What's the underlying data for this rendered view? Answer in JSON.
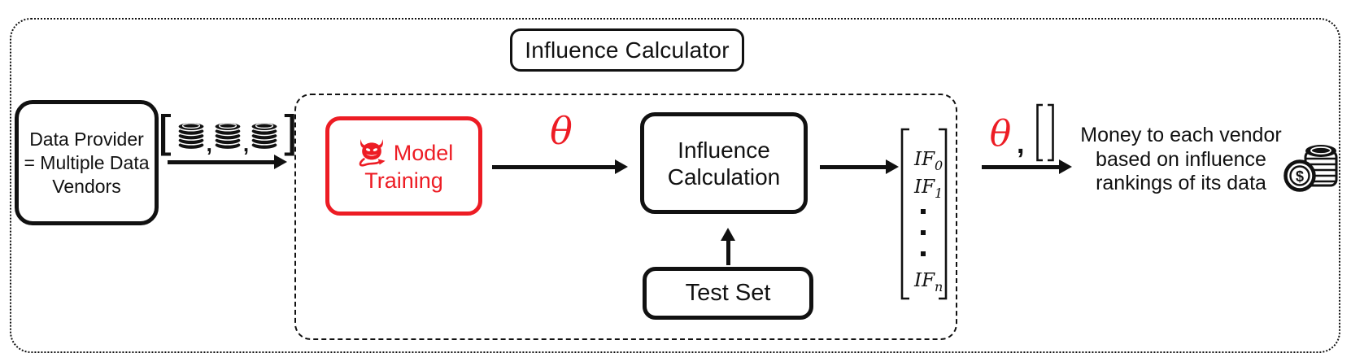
{
  "colors": {
    "accent_red": "#ED1C24",
    "ink": "#111111"
  },
  "title": "Influence Calculator",
  "data_provider": {
    "lines": [
      "Data Provider",
      "= Multiple Data",
      "Vendors"
    ]
  },
  "db_group": {
    "open_bracket": "[",
    "comma1": ",",
    "comma2": ",",
    "close_bracket": "]"
  },
  "pipeline": {
    "model_training": {
      "line1": "Model",
      "line2": "Training"
    },
    "theta_mid": "θ",
    "influence_calculation": {
      "line1": "Influence",
      "line2": "Calculation"
    },
    "test_set": "Test Set"
  },
  "if_vector": {
    "rows": [
      {
        "base": "IF",
        "sub": "0"
      },
      {
        "base": "IF",
        "sub": "1"
      }
    ],
    "last": {
      "base": "IF",
      "sub": "n"
    }
  },
  "output": {
    "theta": "θ",
    "comma": ","
  },
  "money_note": {
    "lines": [
      "Money to each vendor",
      "based on influence",
      "rankings of its data"
    ]
  },
  "coins_icon": {
    "dollar": "$"
  }
}
